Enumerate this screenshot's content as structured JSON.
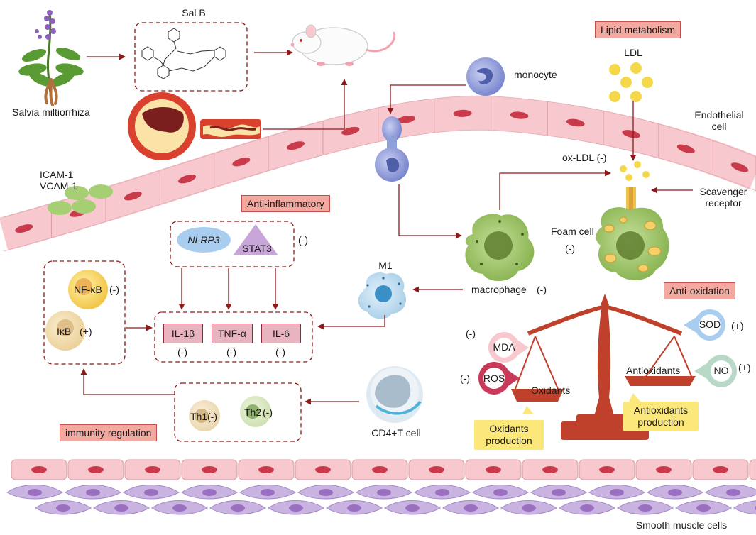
{
  "labels": {
    "salvia": "Salvia miltiorrhiza",
    "sal_b": "Sal B",
    "lipid_metabolism": "Lipid metabolism",
    "ldl": "LDL",
    "monocyte": "monocyte",
    "endothelial_cell": "Endothelial\ncell",
    "ox_ldl": "ox-LDL (-)",
    "scavenger_receptor": "Scavenger\nreceptor",
    "icam_vcam": "ICAM-1\nVCAM-1",
    "anti_inflammatory": "Anti-inflammatory",
    "foam_cell": "Foam cell",
    "foam_minus": "(-)",
    "nlrp3": "NLRP3",
    "stat3": "STAT3",
    "nlrp3_stat3_minus": "(-)",
    "m1": "M1",
    "macrophage": "macrophage",
    "macrophage_minus": "(-)",
    "anti_oxidation": "Anti-oxidation",
    "nfkb": "NF-κB",
    "nfkb_sign": "(-)",
    "ikb": "IκB",
    "ikb_sign": "(+)",
    "il1b": "IL-1β",
    "il1b_sign": "(-)",
    "tnfa": "TNF-α",
    "tnfa_sign": "(-)",
    "il6": "IL-6",
    "il6_sign": "(-)",
    "mda": "MDA",
    "mda_sign": "(-)",
    "sod": "SOD",
    "sod_sign": "(+)",
    "ros": "ROS",
    "ros_sign": "(-)",
    "no": "NO",
    "no_sign": "(+)",
    "oxidants": "Oxidants",
    "antioxidants": "Antioxidants",
    "oxidants_production": "Oxidants\nproduction",
    "antioxidants_production": "Antioxidants\nproduction",
    "cd4_t_cell": "CD4+T cell",
    "th1": "Th1",
    "th1_sign": "(-)",
    "th2": "Th2",
    "th2_sign": "(-)",
    "immunity_regulation": "immunity regulation",
    "smooth_muscle_cells": "Smooth muscle cells"
  },
  "colors": {
    "arrow": "#8b1a1a",
    "dashed_box": "#8b1a1a",
    "tag_fill": "#f4a9a0",
    "endothelium": "#f7c9cf",
    "endothelium_nucleus": "#c93a4a",
    "smooth_muscle": "#c9b3e0",
    "smooth_muscle_nucleus": "#9a6fc0",
    "macrophage": "#9cc266",
    "monocyte": "#8f9fd8",
    "ldl": "#f5d84a",
    "scale": "#c0412b",
    "note_fill": "#fbe77a"
  },
  "icons": [
    "plant-icon",
    "molecule-icon",
    "rat-icon",
    "artery-icon",
    "monocyte-icon",
    "macrophage-icon",
    "foam-cell-icon",
    "m1-macrophage-icon",
    "t-cell-icon",
    "balance-scale-icon"
  ]
}
